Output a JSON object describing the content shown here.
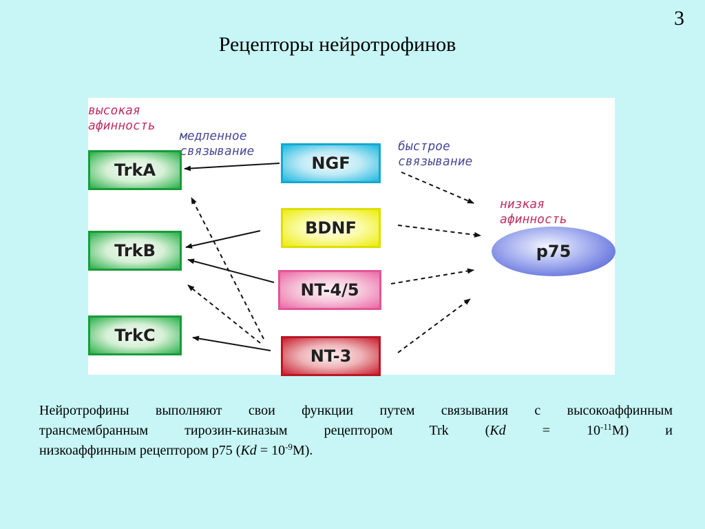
{
  "slide": {
    "number": "3",
    "title": "Рецепторы нейротрофинов"
  },
  "diagram": {
    "labels": {
      "high_affinity": "высокая\nафинность",
      "slow_binding": "медленное\nсвязывание",
      "fast_binding": "быстрое\nсвязывание",
      "low_affinity": "низкая\nафинность"
    },
    "receptors": [
      "TrkA",
      "TrkB",
      "TrkC"
    ],
    "ligands": [
      "NGF",
      "BDNF",
      "NT-4/5",
      "NT-3"
    ],
    "low_affinity_receptor": "p75",
    "colors": {
      "trk": "#2bb04a",
      "ngf": "#1fb8e0",
      "bdnf": "#ecec10",
      "nt45": "#ec6aa6",
      "nt3": "#c81f2e",
      "p75": "#3c4cd0"
    }
  },
  "description": {
    "line1": "Нейротрофины выполняют свои функции путем связывания с высокоаффинным",
    "line2_a": "трансмембранным тирозин-киназым рецептором Trk (",
    "kd": "Kd",
    "line2_b": " = 10",
    "line2_exp": "-11",
    "line2_c": "M) и",
    "line3_a": "низкоаффинным рецептором p75 (",
    "line3_b": " = 10",
    "line3_exp": "-9",
    "line3_c": "M)."
  }
}
